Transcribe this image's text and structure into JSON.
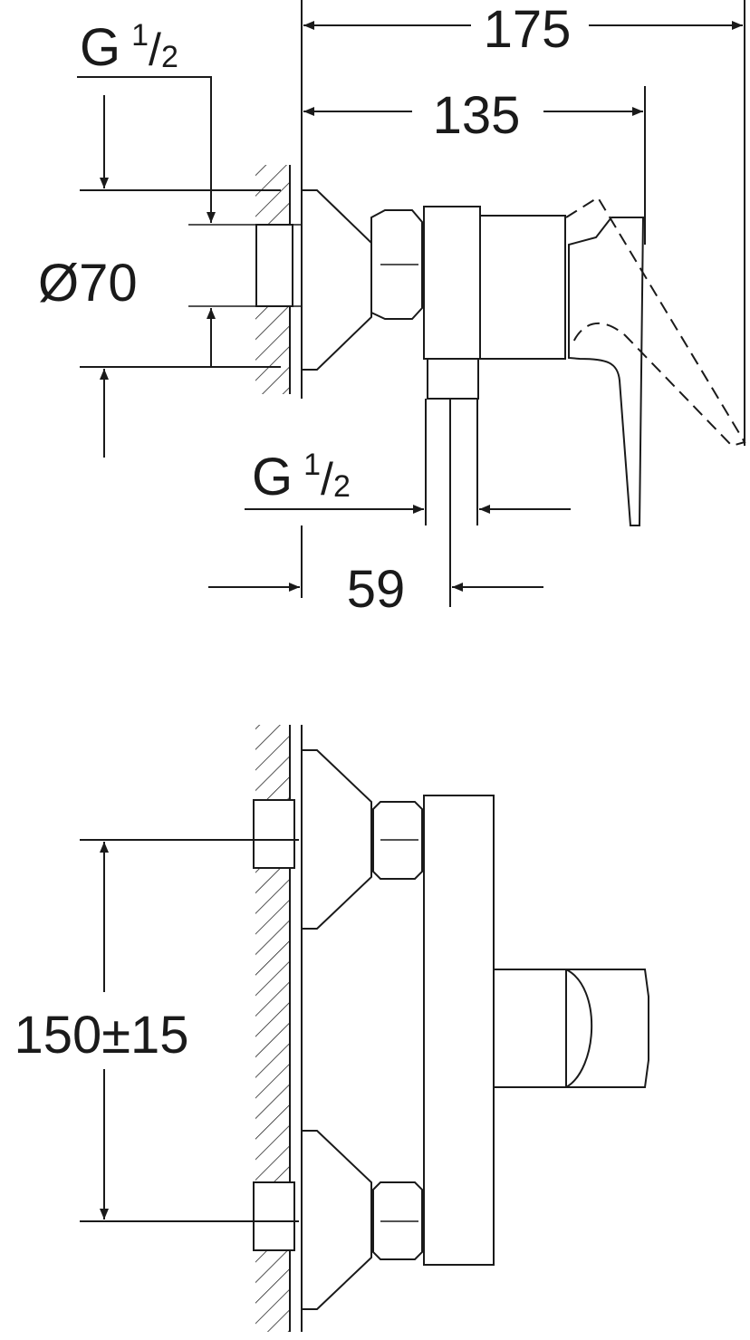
{
  "drawing": {
    "top_view": {
      "dim_overall_depth": "175",
      "dim_handle_depth": "135",
      "inlet_thread": {
        "main": "G",
        "num": "1",
        "sep": "/",
        "den": "2"
      },
      "escutcheon_diameter": "Ø70",
      "outlet_thread": {
        "main": "G",
        "num": "1",
        "sep": "/",
        "den": "2"
      },
      "dim_outlet_offset": "59"
    },
    "front_view": {
      "dim_inlet_spacing": "150±15"
    }
  }
}
